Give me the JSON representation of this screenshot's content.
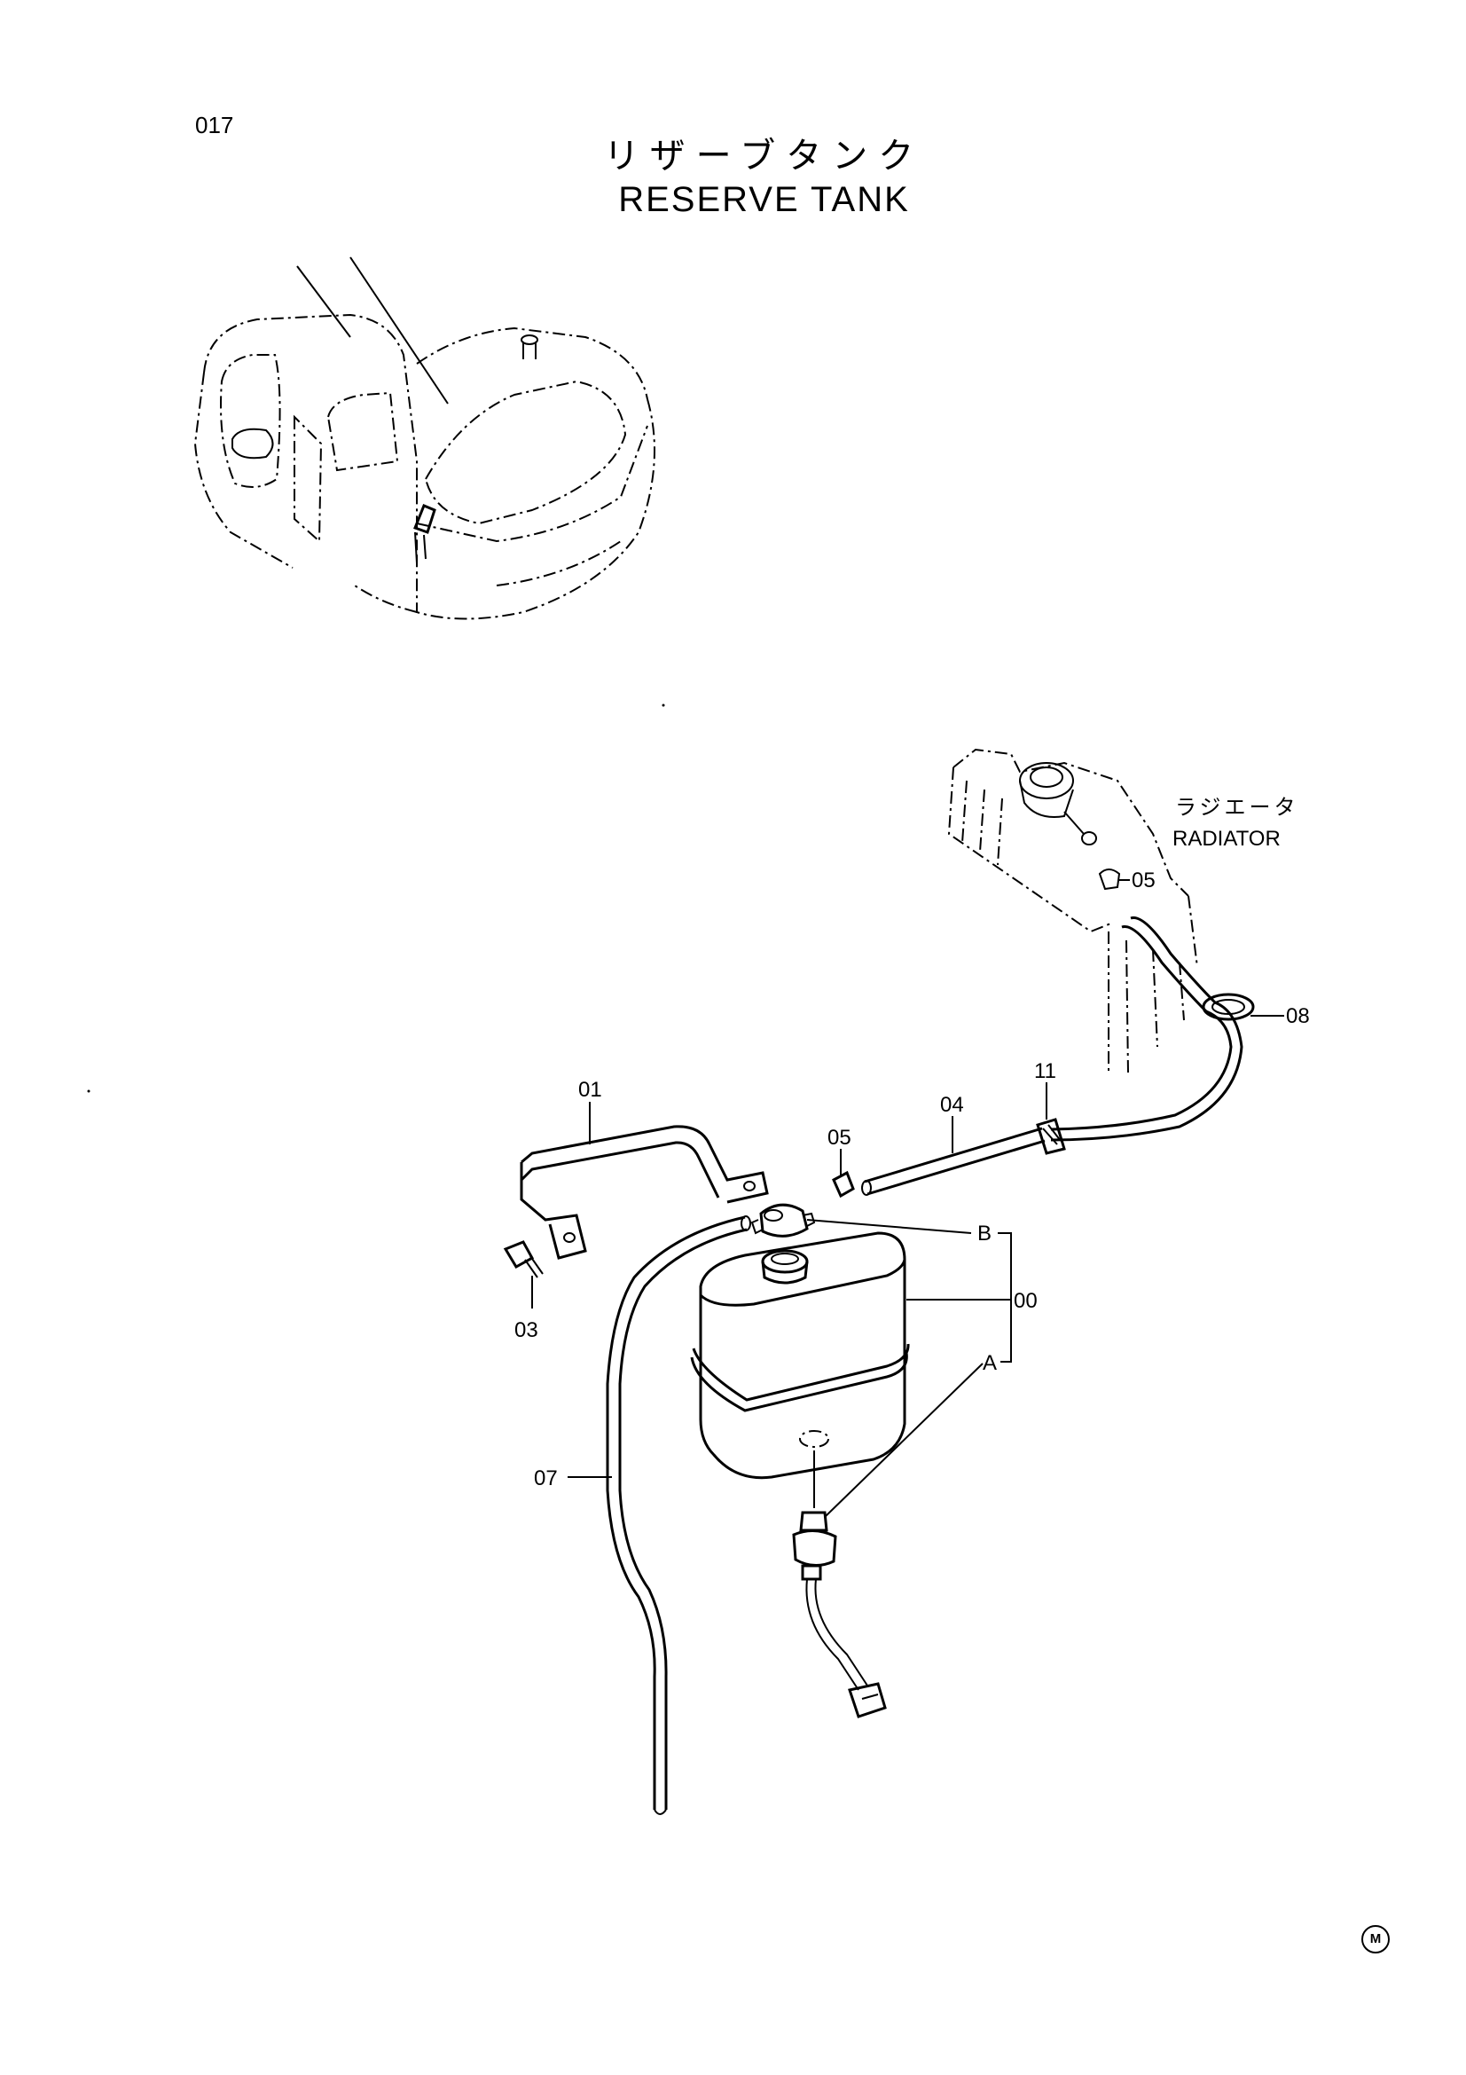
{
  "page": {
    "number": "017",
    "title_jp": "リザーブタンク",
    "title_en": "RESERVE TANK",
    "footer_mark": "M"
  },
  "callouts": {
    "radiator_jp": "ラジエータ",
    "radiator_en": "RADIATOR",
    "p00": "00",
    "p01": "01",
    "p03": "03",
    "p04": "04",
    "p05_top": "05",
    "p05_mid": "05",
    "p07": "07",
    "p08": "08",
    "p11": "11",
    "ref_a": "A",
    "ref_b": "B"
  }
}
